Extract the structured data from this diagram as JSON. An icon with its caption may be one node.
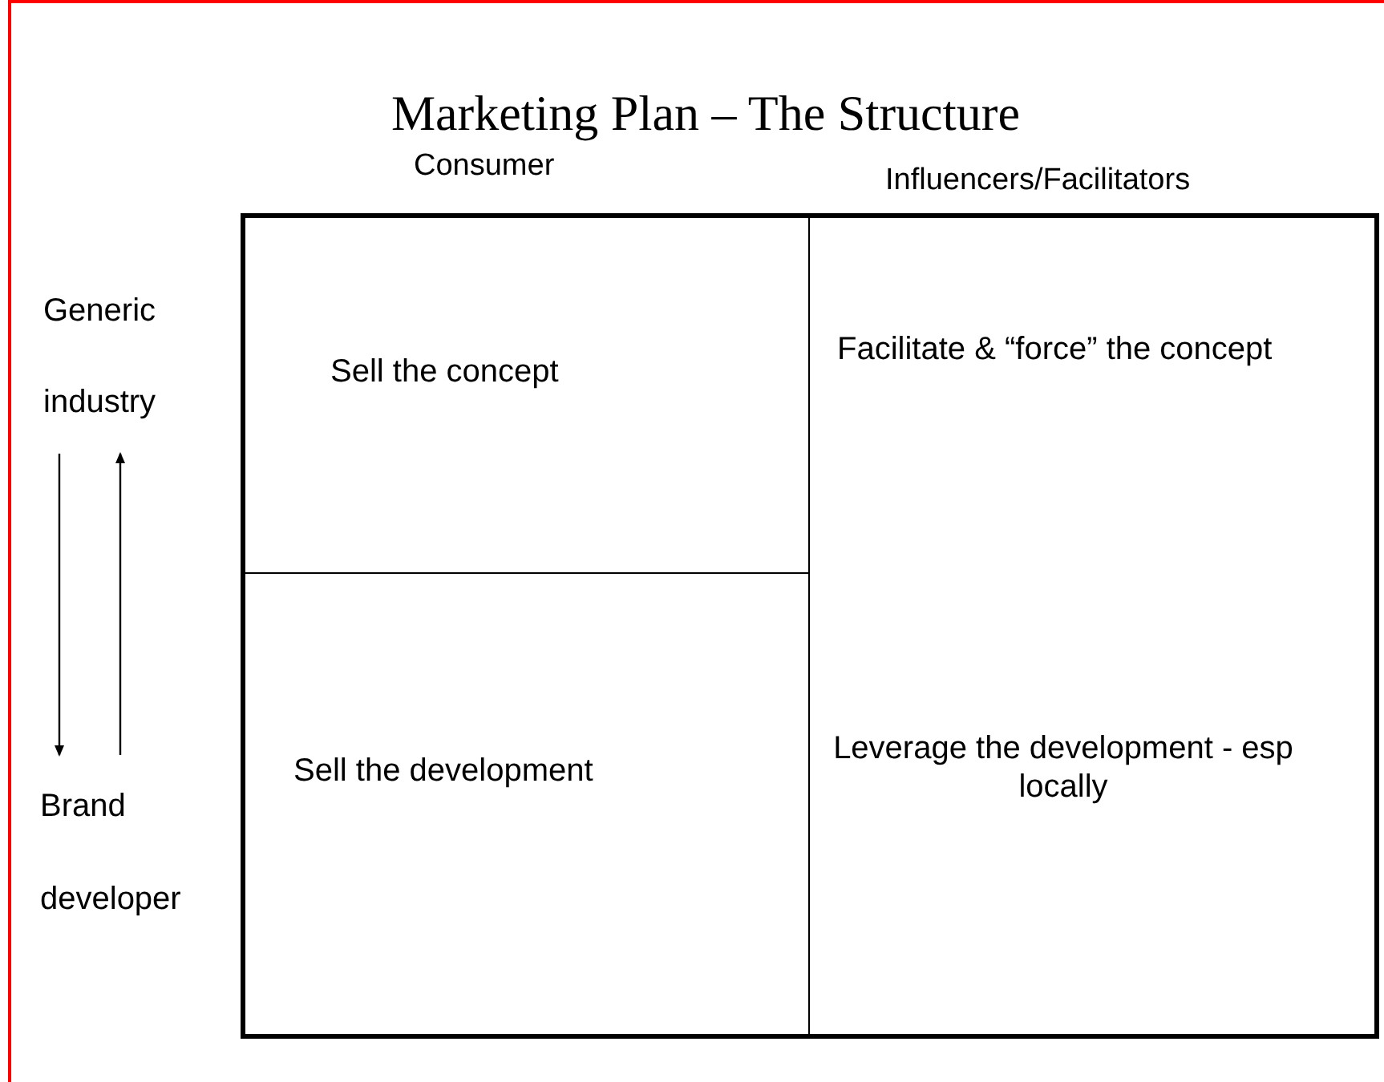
{
  "diagram": {
    "title": "Marketing Plan – The Structure",
    "nodes": [
      {
        "text": [
          "Generic industry"
        ]
      },
      {
        "text": [
          "Brand developer"
        ]
      },
      {
        "text": [
          "Sell the concept"
        ]
      },
      {
        "text": [
          "Facilitate & “force” the concept"
        ]
      },
      {
        "text": [
          "Sell the development"
        ]
      },
      {
        "text": [
          "Leverage the development - esp locally"
        ]
      }
    ],
    "edges": [
      {
        "from": 0,
        "to": 1,
        "arrow": "to"
      },
      {
        "from": 1,
        "to": 0,
        "arrow": "to"
      }
    ],
    "labels": [
      "Consumer",
      "Influencers/Facilitators"
    ]
  }
}
